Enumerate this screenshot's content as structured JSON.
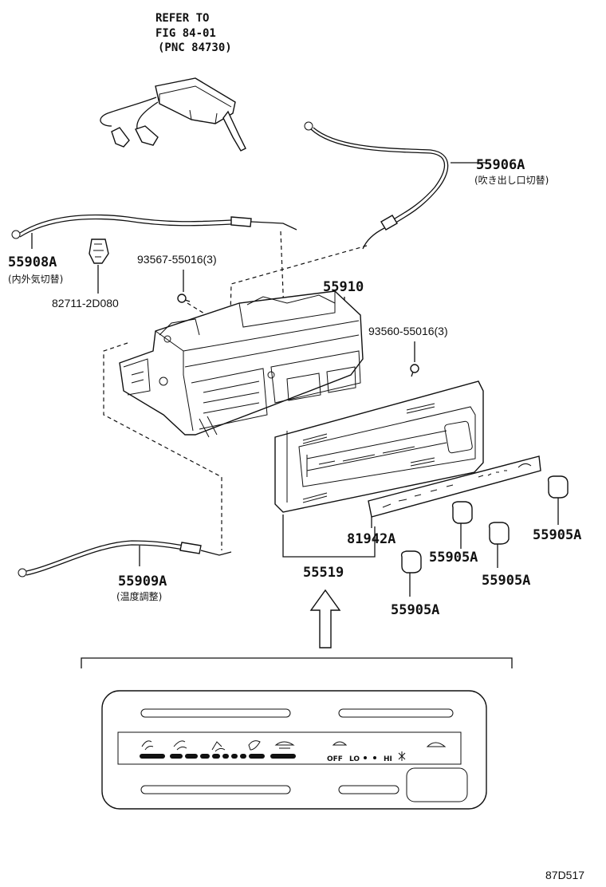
{
  "refer": {
    "line1": "REFER TO",
    "line2": "FIG 84-01",
    "line3": "(PNC 84730)"
  },
  "parts": {
    "p55906A": {
      "number": "55906A",
      "note": "(吹き出し口切替)"
    },
    "p55908A": {
      "number": "55908A",
      "note": "(内外気切替)"
    },
    "p82711": {
      "number": "82711-2D080"
    },
    "p93567": {
      "number": "93567-55016(3)"
    },
    "p55910": {
      "number": "55910"
    },
    "p93560": {
      "number": "93560-55016(3)"
    },
    "p81942A": {
      "number": "81942A"
    },
    "p55519": {
      "number": "55519"
    },
    "p55909A": {
      "number": "55909A",
      "note": "(温度調整)"
    },
    "knob1": {
      "number": "55905A"
    },
    "knob2": {
      "number": "55905A"
    },
    "knob3": {
      "number": "55905A"
    },
    "knob4": {
      "number": "55905A"
    }
  },
  "panel_legend": {
    "off": "OFF",
    "lo": "LO",
    "hi": "HI"
  },
  "figure_code": "87D517"
}
